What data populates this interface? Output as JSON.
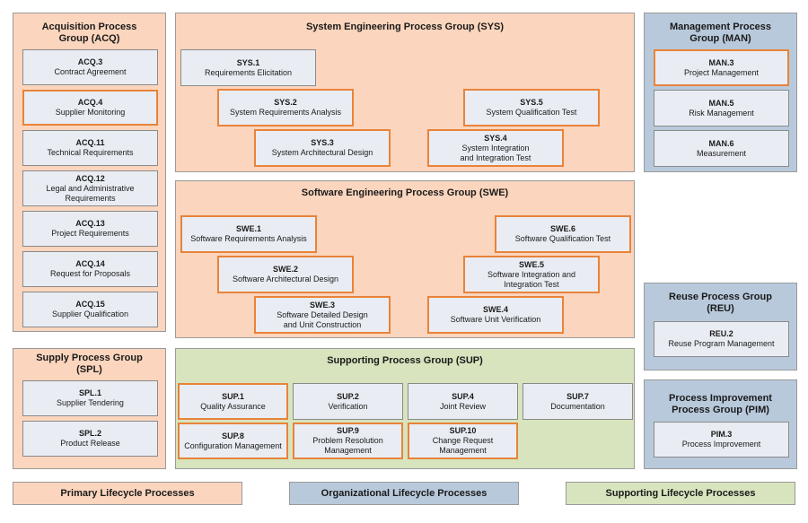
{
  "groups": {
    "acq": {
      "title": "Acquisition Process\nGroup (ACQ)",
      "processes": [
        {
          "id": "ACQ.3",
          "name": "Contract Agreement"
        },
        {
          "id": "ACQ.4",
          "name": "Supplier Monitoring"
        },
        {
          "id": "ACQ.11",
          "name": "Technical Requirements"
        },
        {
          "id": "ACQ.12",
          "name": "Legal and Administrative\nRequirements"
        },
        {
          "id": "ACQ.13",
          "name": "Project Requirements"
        },
        {
          "id": "ACQ.14",
          "name": "Request for Proposals"
        },
        {
          "id": "ACQ.15",
          "name": "Supplier Qualification"
        }
      ]
    },
    "sys": {
      "title": "System Engineering Process Group (SYS)",
      "processes": [
        {
          "id": "SYS.1",
          "name": "Requirements Elicitation"
        },
        {
          "id": "SYS.2",
          "name": "System Requirements Analysis"
        },
        {
          "id": "SYS.3",
          "name": "System Architectural Design"
        },
        {
          "id": "SYS.4",
          "name": "System Integration\nand Integration Test"
        },
        {
          "id": "SYS.5",
          "name": "System Qualification Test"
        }
      ]
    },
    "swe": {
      "title": "Software Engineering Process Group (SWE)",
      "processes": [
        {
          "id": "SWE.1",
          "name": "Software Requirements Analysis"
        },
        {
          "id": "SWE.2",
          "name": "Software Architectural Design"
        },
        {
          "id": "SWE.3",
          "name": "Software Detailed Design\nand Unit Construction"
        },
        {
          "id": "SWE.4",
          "name": "Software Unit Verification"
        },
        {
          "id": "SWE.5",
          "name": "Software Integration and\nIntegration Test"
        },
        {
          "id": "SWE.6",
          "name": "Software Qualification Test"
        }
      ]
    },
    "man": {
      "title": "Management Process\nGroup (MAN)",
      "processes": [
        {
          "id": "MAN.3",
          "name": "Project Management"
        },
        {
          "id": "MAN.5",
          "name": "Risk Management"
        },
        {
          "id": "MAN.6",
          "name": "Measurement"
        }
      ]
    },
    "spl": {
      "title": "Supply Process Group\n(SPL)",
      "processes": [
        {
          "id": "SPL.1",
          "name": "Supplier Tendering"
        },
        {
          "id": "SPL.2",
          "name": "Product Release"
        }
      ]
    },
    "sup": {
      "title": "Supporting Process Group (SUP)",
      "processes": [
        {
          "id": "SUP.1",
          "name": "Quality Assurance"
        },
        {
          "id": "SUP.2",
          "name": "Verification"
        },
        {
          "id": "SUP.4",
          "name": "Joint Review"
        },
        {
          "id": "SUP.7",
          "name": "Documentation"
        },
        {
          "id": "SUP.8",
          "name": "Configuration Management"
        },
        {
          "id": "SUP.9",
          "name": "Problem Resolution\nManagement"
        },
        {
          "id": "SUP.10",
          "name": "Change Request\nManagement"
        }
      ]
    },
    "reu": {
      "title": "Reuse Process Group\n(REU)",
      "processes": [
        {
          "id": "REU.2",
          "name": "Reuse Program Management"
        }
      ]
    },
    "pim": {
      "title": "Process Improvement\nProcess Group (PIM)",
      "processes": [
        {
          "id": "PIM.3",
          "name": "Process Improvement"
        }
      ]
    }
  },
  "legend": {
    "primary": "Primary Lifecycle Processes",
    "organizational": "Organizational Lifecycle Processes",
    "supporting": "Supporting Lifecycle Processes"
  },
  "colors": {
    "primary": "#fbd5bd",
    "organizational": "#b8c9db",
    "supporting": "#d7e4bd",
    "highlight": "#e8833a"
  }
}
